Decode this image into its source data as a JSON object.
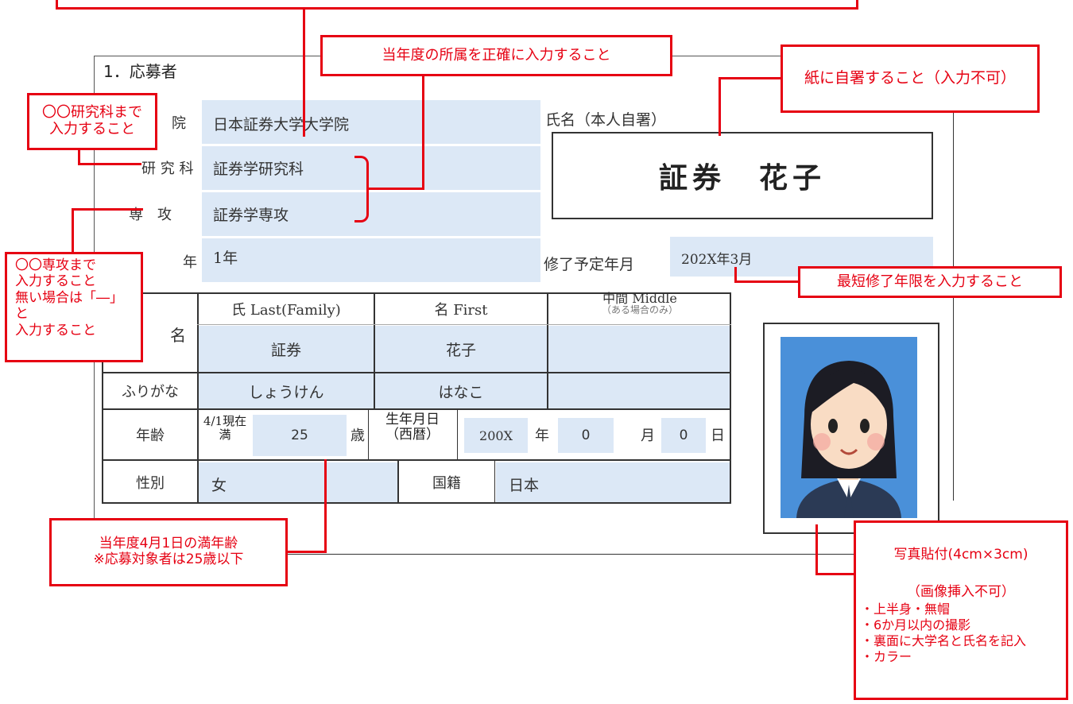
{
  "form": {
    "section_title": "1．応募者",
    "university_label": "院",
    "university_value": "日本証券大学大学院",
    "graduate_school_label": "研 究 科",
    "graduate_school_value": "証券学研究科",
    "major_label": "専　攻",
    "major_value": "証券学専攻",
    "year_label": "年",
    "year_value": "1年",
    "signature_label": "氏名（本人自署）",
    "signature_value": "証券　花子",
    "completion_label": "修了予定年月",
    "completion_value": "202X年3月"
  },
  "name_table": {
    "row_label": "名",
    "col_last": "氏 Last(Family)",
    "col_first": "名 First",
    "col_middle": "中間 Middle",
    "col_middle_note": "（ある場合のみ）",
    "last_value": "証券",
    "first_value": "花子",
    "middle_value": "",
    "furigana_label": "ふりがな",
    "furigana_last": "しょうけん",
    "furigana_first": "はなこ",
    "furigana_middle": "",
    "age_label": "年齢",
    "age_as_of_1": "4/1現在",
    "age_as_of_2": "満",
    "age_value": "25",
    "age_unit": "歳",
    "birth_label_1": "生年月日",
    "birth_label_2": "（西暦）",
    "birth_year": "200X",
    "year_unit": "年",
    "birth_month": "0",
    "month_unit": "月",
    "birth_day": "0",
    "day_unit": "日",
    "gender_label": "性別",
    "gender_value": "女",
    "nationality_label": "国籍",
    "nationality_value": "日本"
  },
  "notes": {
    "affiliation": "当年度の所属を正確に入力すること",
    "signature": "紙に自署すること（入力不可）",
    "school": [
      "〇〇研究科まで",
      "入力すること"
    ],
    "major": [
      "〇〇専攻まで",
      "入力すること",
      "無い場合は「―」と",
      "入力すること"
    ],
    "completion": "最短修了年限を入力すること",
    "age": [
      "当年度4月1日の満年齢",
      "※応募対象者は25歳以下"
    ],
    "photo": [
      "写真貼付(4cm×3cm)",
      "（画像挿入不可）",
      "・上半身・無帽",
      "・6か月以内の撮影",
      "・裏面に大学名と氏名を記入",
      "・カラー"
    ]
  },
  "colors": {
    "annotation_red": "#e60012",
    "field_blue": "#dce8f6",
    "photo_bg": "#4a90d9"
  }
}
